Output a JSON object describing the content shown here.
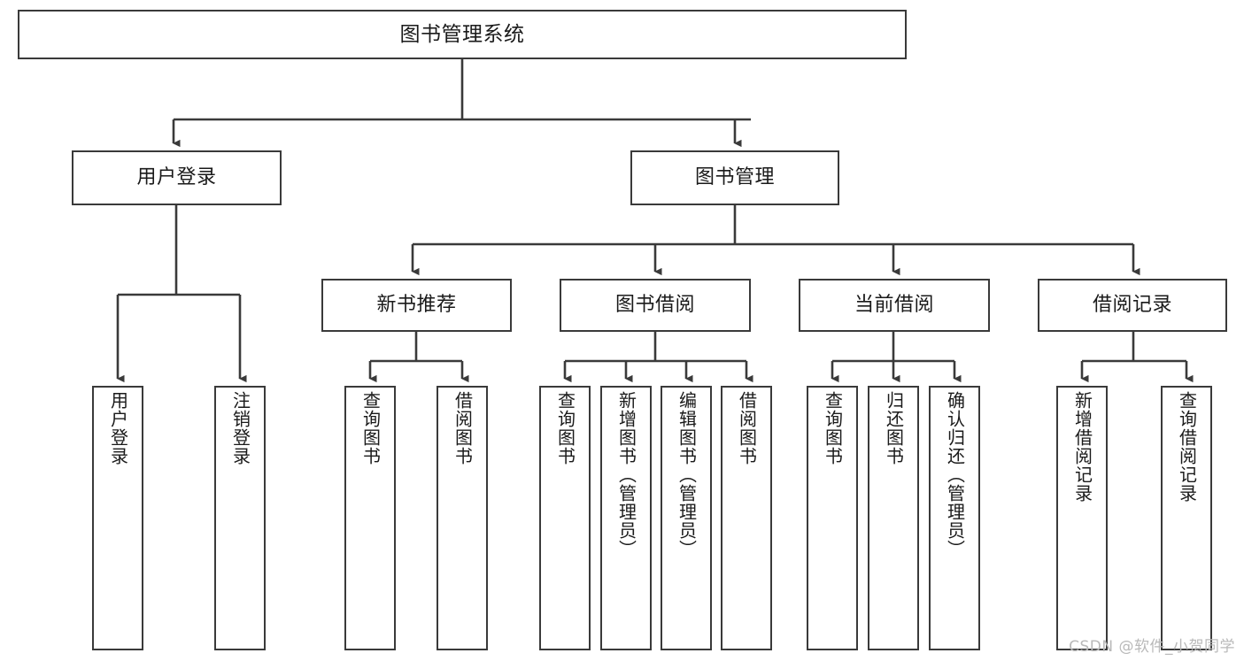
{
  "diagram": {
    "type": "tree-hierarchy-chart",
    "title": "图书管理系统",
    "line_color": "#3a3a3a",
    "box_fill": "#ffffff",
    "text_color": "#1a1a1a",
    "root": {
      "id": "root",
      "label": "图书管理系统"
    },
    "level2": [
      {
        "id": "user-login",
        "label": "用户登录"
      },
      {
        "id": "book-management",
        "label": "图书管理"
      }
    ],
    "level3": [
      {
        "id": "new-book-recommend",
        "label": "新书推荐",
        "parent": "book-management"
      },
      {
        "id": "book-borrow",
        "label": "图书借阅",
        "parent": "book-management"
      },
      {
        "id": "current-borrow",
        "label": "当前借阅",
        "parent": "book-management"
      },
      {
        "id": "borrow-record",
        "label": "借阅记录",
        "parent": "book-management"
      }
    ],
    "leaves": [
      {
        "id": "leaf-user-login",
        "label": "用户登录",
        "parent": "user-login"
      },
      {
        "id": "leaf-logout-login",
        "label": "注销登录",
        "parent": "user-login"
      },
      {
        "id": "leaf-query-book-1",
        "label": "查询图书",
        "parent": "new-book-recommend"
      },
      {
        "id": "leaf-borrow-book-1",
        "label": "借阅图书",
        "parent": "new-book-recommend"
      },
      {
        "id": "leaf-query-book-2",
        "label": "查询图书",
        "parent": "book-borrow"
      },
      {
        "id": "leaf-add-book",
        "label": "新增图书（管理员）",
        "parent": "book-borrow"
      },
      {
        "id": "leaf-edit-book",
        "label": "编辑图书（管理员）",
        "parent": "book-borrow"
      },
      {
        "id": "leaf-borrow-book-2",
        "label": "借阅图书",
        "parent": "book-borrow"
      },
      {
        "id": "leaf-query-book-3",
        "label": "查询图书",
        "parent": "current-borrow"
      },
      {
        "id": "leaf-return-book",
        "label": "归还图书",
        "parent": "current-borrow"
      },
      {
        "id": "leaf-confirm-return",
        "label": "确认归还（管理员）",
        "parent": "current-borrow"
      },
      {
        "id": "leaf-add-record",
        "label": "新增借阅记录",
        "parent": "borrow-record"
      },
      {
        "id": "leaf-query-record",
        "label": "查询借阅记录",
        "parent": "borrow-record"
      }
    ]
  },
  "watermark": {
    "text": "CSDN @软件_小贺同学"
  }
}
